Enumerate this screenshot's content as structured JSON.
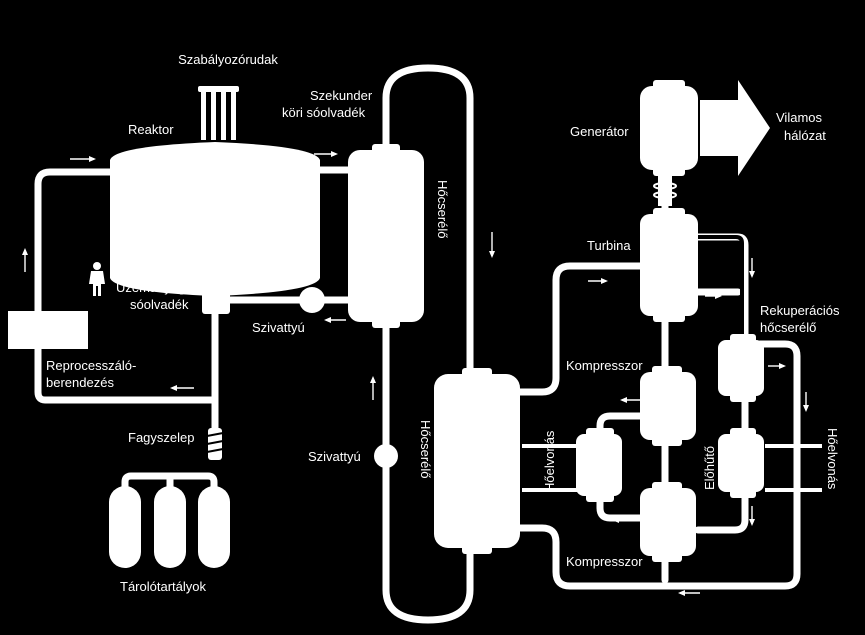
{
  "colors": {
    "background": "#000000",
    "foreground": "#ffffff"
  },
  "labels": {
    "control_rods": "Szabályozórudak",
    "reactor": "Reaktor",
    "secondary_line1": "Szekunder",
    "secondary_line2": "köri sóolvadék",
    "fuel_salt_line1": "Üzemanyag-",
    "fuel_salt_line2": "sóolvadék",
    "pump_primary": "Szivattyú",
    "reprocessing_line1": "Reprocesszáló-",
    "reprocessing_line2": "berendezés",
    "freeze_valve": "Fagyszelep",
    "storage_tanks": "Tárolótartályok",
    "heat_exchanger_upper": "Hőcserélő",
    "heat_exchanger_lower": "Hőcserélő",
    "pump_secondary": "Szivattyú",
    "generator": "Generátor",
    "grid_line1": "Vilamos",
    "grid_line2": "hálózat",
    "turbine": "Turbina",
    "recuperator_line1": "Rekuperációs",
    "recuperator_line2": "hőcserélő",
    "compressor_upper": "Kompresszor",
    "compressor_lower": "Kompresszor",
    "heat_rejection_left": "Hőelvonás",
    "heat_rejection_right": "Hőelvonás",
    "precooler": "Előhűtő"
  }
}
